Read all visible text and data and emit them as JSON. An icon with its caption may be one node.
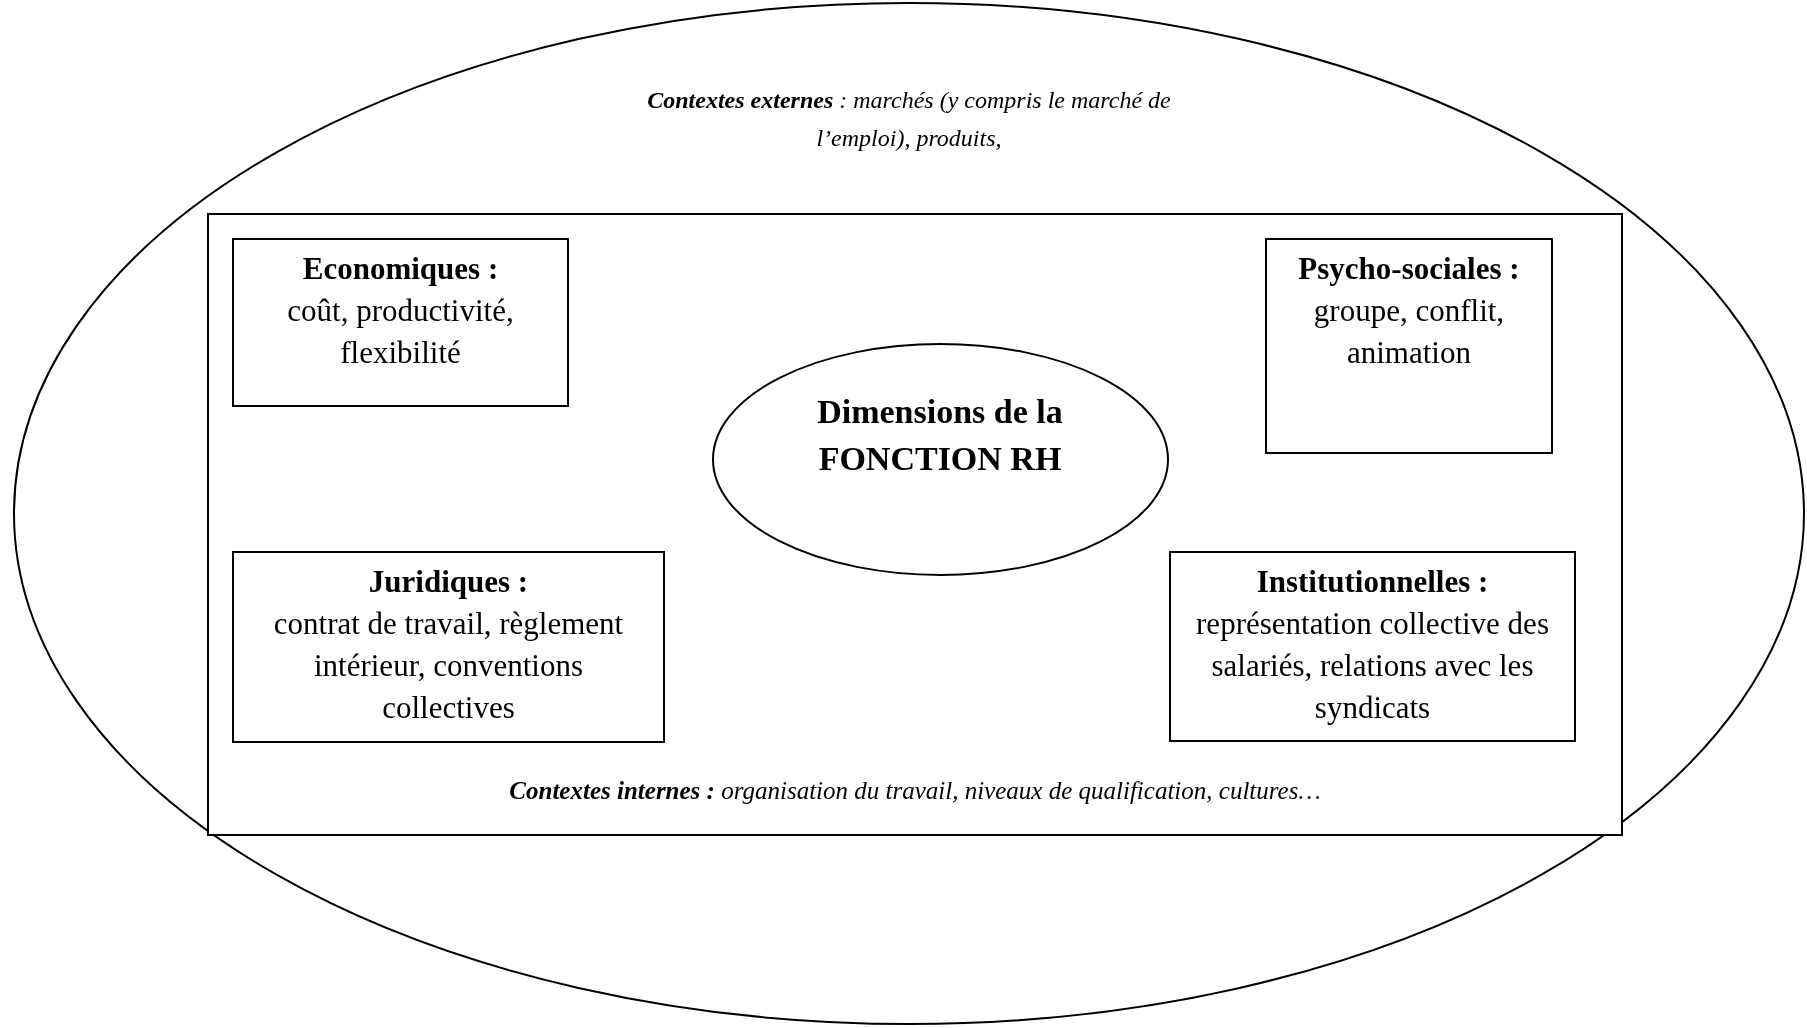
{
  "diagram": {
    "nodes": [
      {
        "text": [
          "**Contextes externes** : marchés (y compris le marché de l’emploi), produits,"
        ]
      },
      {
        "text": [
          "**Contextes internes :** organisation du travail, niveaux de qualification, cultures…"
        ],
        "in": 0
      },
      {
        "text": [
          "Economiques :",
          "coût, productivité, flexibilité"
        ],
        "in": 1
      },
      {
        "text": [
          "Psycho-sociales :",
          "groupe, conflit, animation"
        ],
        "in": 1
      },
      {
        "text": [
          "Dimensions de la FONCTION RH"
        ],
        "in": 1
      },
      {
        "text": [
          "Juridiques :",
          "contrat de travail, règlement intérieur, conventions collectives"
        ],
        "in": 1
      },
      {
        "text": [
          "Institutionnelles :",
          "représentation collective des salariés, relations avec les syndicats"
        ],
        "in": 1
      }
    ]
  }
}
